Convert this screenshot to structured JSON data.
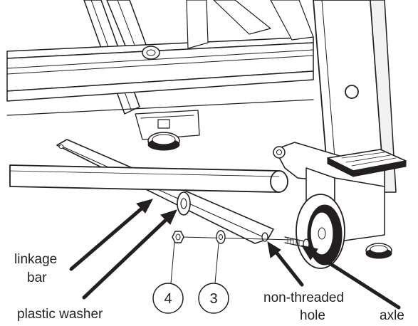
{
  "labels": {
    "linkage_bar_line1": "linkage",
    "linkage_bar_line2": "bar",
    "plastic_washer": "plastic washer",
    "non_threaded_line1": "non-threaded",
    "non_threaded_line2": "hole",
    "axle": "axle"
  },
  "callouts": [
    {
      "number": "4"
    },
    {
      "number": "3"
    }
  ]
}
